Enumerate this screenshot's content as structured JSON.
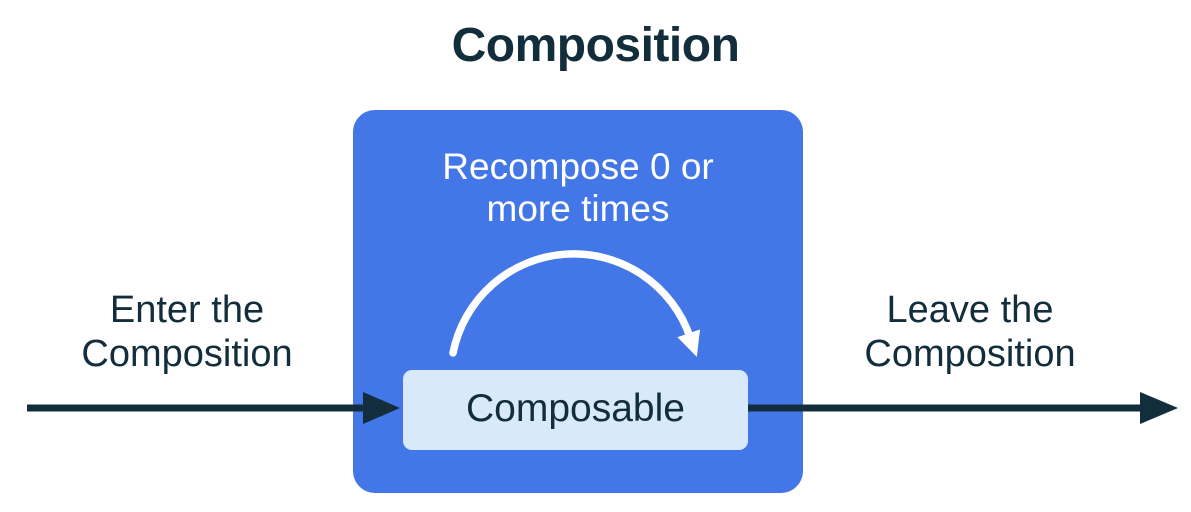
{
  "diagram": {
    "title": "Composition",
    "composition_box": {
      "label": "Recompose 0 or\nmore times"
    },
    "composable_box": {
      "label": "Composable"
    },
    "enter_label": "Enter the\nComposition",
    "leave_label": "Leave the\nComposition",
    "colors": {
      "composition_box_blue": "#4377E8",
      "composable_light_blue": "#D7E9FA",
      "text_navy": "#122D3C",
      "arrow_navy": "#122D3C",
      "recompose_arc_white": "#FFFFFF",
      "background": "#FFFFFF"
    }
  }
}
